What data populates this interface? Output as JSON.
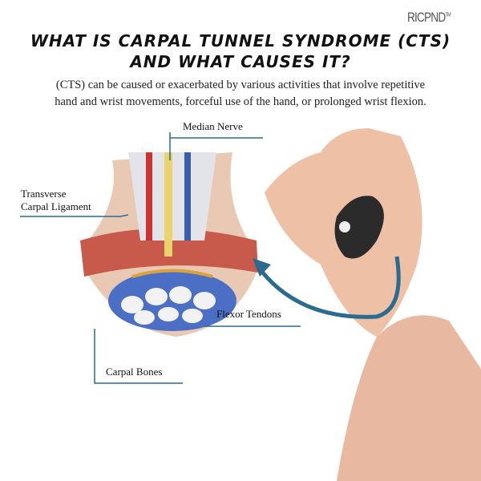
{
  "brand": {
    "name": "RICPND",
    "tm": "TM"
  },
  "title": {
    "line1": "WHAT IS CARPAL TUNNEL SYNDROME (CTS)",
    "line2": "AND WHAT CAUSES IT?"
  },
  "description": {
    "line1": "(CTS) can be caused or exacerbated by various activities that involve repetitive",
    "line2": "hand and wrist movements, forceful use of the hand, or prolonged wrist flexion."
  },
  "labels": {
    "median_nerve": "Median Nerve",
    "transverse_1": "Transverse",
    "transverse_2": "Carpal Ligament",
    "flexor_tendons": "Flexor Tendons",
    "carpal_bones": "Carpal Bones"
  },
  "colors": {
    "accent": "#2a6b8f"
  }
}
